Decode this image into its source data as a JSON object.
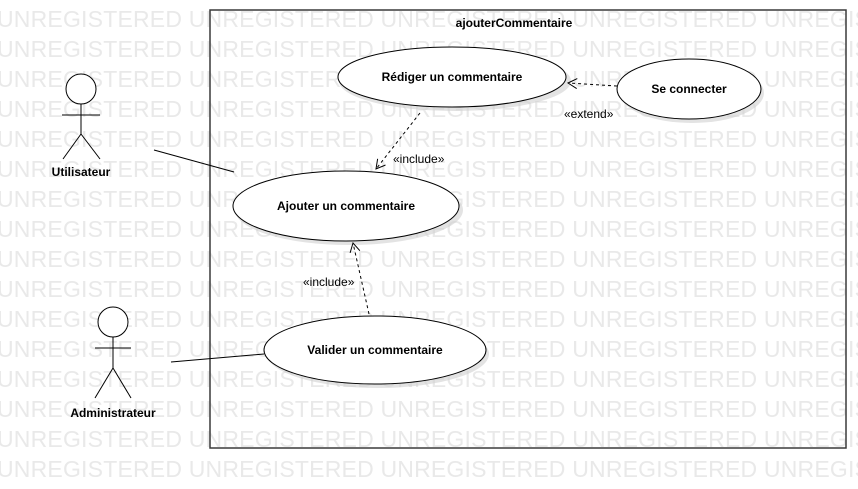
{
  "watermark": {
    "text": "UNREGISTERED UNREGISTERED UNREGISTERED UNREGISTERED UNREGISTERED"
  },
  "system": {
    "title": "ajouterCommentaire"
  },
  "actors": [
    {
      "id": "utilisateur",
      "label": "Utilisateur"
    },
    {
      "id": "administrateur",
      "label": "Administrateur"
    }
  ],
  "use_cases": [
    {
      "id": "rediger",
      "label": "Rédiger un commentaire"
    },
    {
      "id": "connecter",
      "label": "Se connecter"
    },
    {
      "id": "ajouter",
      "label": "Ajouter un commentaire"
    },
    {
      "id": "valider",
      "label": "Valider un commentaire"
    }
  ],
  "relations": [
    {
      "id": "include-1",
      "label": "«include»"
    },
    {
      "id": "extend-1",
      "label": "«extend»"
    },
    {
      "id": "include-2",
      "label": "«include»"
    }
  ],
  "colors": {
    "line": "#000000",
    "ellipse_fill": "#ffffff",
    "shadow": "#d0d0d0",
    "watermark": "#e9e9e9"
  }
}
